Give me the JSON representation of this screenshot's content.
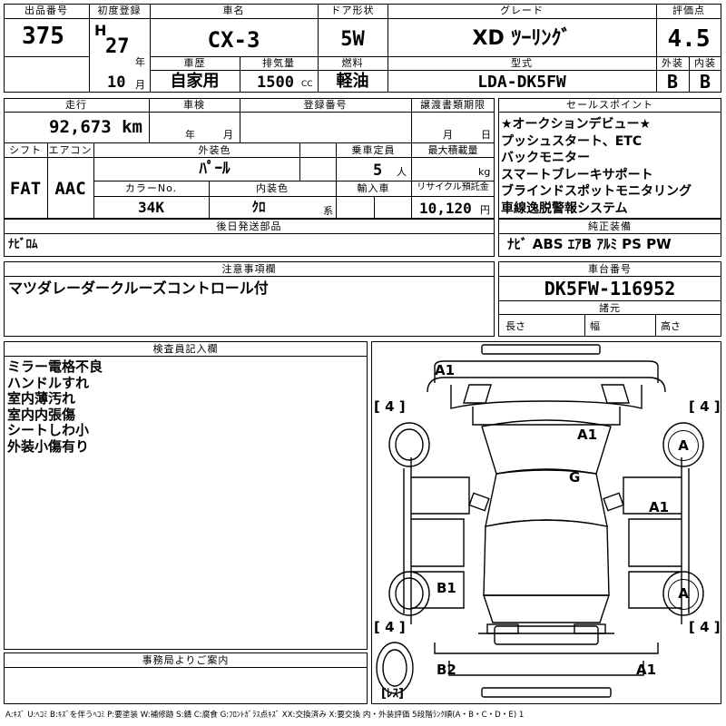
{
  "header": {
    "lot_label": "出品番号",
    "lot": "375",
    "first_reg_label": "初度登録",
    "era": "H",
    "year": "27",
    "year_unit": "年",
    "month": "10",
    "month_unit": "月",
    "model_label": "車名",
    "model": "CX-3",
    "doors_label": "ドア形状",
    "doors": "5W",
    "grade_label": "グレード",
    "grade": "XD ﾂｰﾘﾝｸﾞ",
    "score_label": "評価点",
    "score": "4.5",
    "history_label": "車歴",
    "history": "自家用",
    "displacement_label": "排気量",
    "displacement": "1500",
    "cc": "CC",
    "fuel_label": "燃料",
    "fuel": "軽油",
    "type_label": "型式",
    "type": "LDA-DK5FW",
    "ext_label": "外装",
    "ext_grade": "B",
    "int_label": "内装",
    "int_grade": "B"
  },
  "row2": {
    "mileage_label": "走行",
    "mileage": "92,673 km",
    "inspection_label": "車検",
    "insp_year": "年",
    "insp_month": "月",
    "reg_label": "登録番号",
    "transfer_label": "譲渡書類期限",
    "transfer_month": "月",
    "transfer_day": "日",
    "shift_label": "シフト",
    "shift": "FAT",
    "ac_label": "エアコン",
    "ac": "AAC",
    "color_label": "外装色",
    "color": "ﾊﾟｰﾙ",
    "capacity_label": "乗車定員",
    "capacity": "5",
    "capacity_unit": "人",
    "load_label": "最大積載量",
    "load_unit": "kg",
    "color_no_label": "カラーNo.",
    "color_no": "34K",
    "int_color_label": "内装色",
    "int_color": "ｸﾛ",
    "int_color_unit": "系",
    "import_label": "輸入車",
    "recycle_label": "リサイクル預託金",
    "recycle": "10,120",
    "recycle_unit": "円"
  },
  "sales_points": {
    "label": "セールスポイント",
    "items": [
      "★オークションデビュー★",
      "プッシュスタート、ETC",
      "バックモニター",
      "スマートブレーキサポート",
      "ブラインドスポットモニタリング",
      "車線逸脱警報システム"
    ]
  },
  "later_parts": {
    "label": "後日発送部品",
    "value": "ﾅﾋﾞﾛﾑ"
  },
  "equipment": {
    "label": "純正装備",
    "value": "ﾅﾋﾞ ABS ｴｱB ｱﾙﾐ PS PW"
  },
  "caution": {
    "label": "注意事項欄",
    "value": "マツダレーダークルーズコントロール付"
  },
  "chassis": {
    "label": "車台番号",
    "value": "DK5FW-116952",
    "spec_label": "諸元",
    "length_label": "長さ",
    "width_label": "幅",
    "height_label": "高さ"
  },
  "inspector": {
    "label": "検査員記入欄",
    "items": [
      "ミラー電格不良",
      "ハンドルすれ",
      "室内薄汚れ",
      "室内内張傷",
      "シートしわ小",
      "外装小傷有り"
    ]
  },
  "office": {
    "label": "事務局よりご案内"
  },
  "diagram": {
    "marks": [
      {
        "id": "front",
        "text": "A1"
      },
      {
        "id": "hood",
        "text": "A1"
      },
      {
        "id": "windshield",
        "text": "G"
      },
      {
        "id": "right-door",
        "text": "A1"
      },
      {
        "id": "left-rear",
        "text": "B1"
      },
      {
        "id": "rear",
        "text": "B2"
      },
      {
        "id": "rear-right",
        "text": "A1"
      },
      {
        "id": "wheel-fr",
        "text": "A"
      },
      {
        "id": "wheel-rr",
        "text": "A"
      }
    ],
    "tire_fl": "[ 4 ]",
    "tire_fr": "[ 4 ]",
    "tire_rl": "[ 4 ]",
    "tire_rr": "[ 4 ]",
    "spare": "[ﾚｽ]"
  },
  "legend": "A:ｷｽﾞ U:ﾍｺﾐ B:ｷｽﾞを伴うﾍｺﾐ P:要塗装 W:補修跡 S:錆 C:腐食 G:ﾌﾛﾝﾄｶﾞﾗｽ点ｷｽﾞ XX:交換済み X:要交換 内・外装評価 5段階ﾗﾝｸ順(A・B・C・D・E) 1"
}
